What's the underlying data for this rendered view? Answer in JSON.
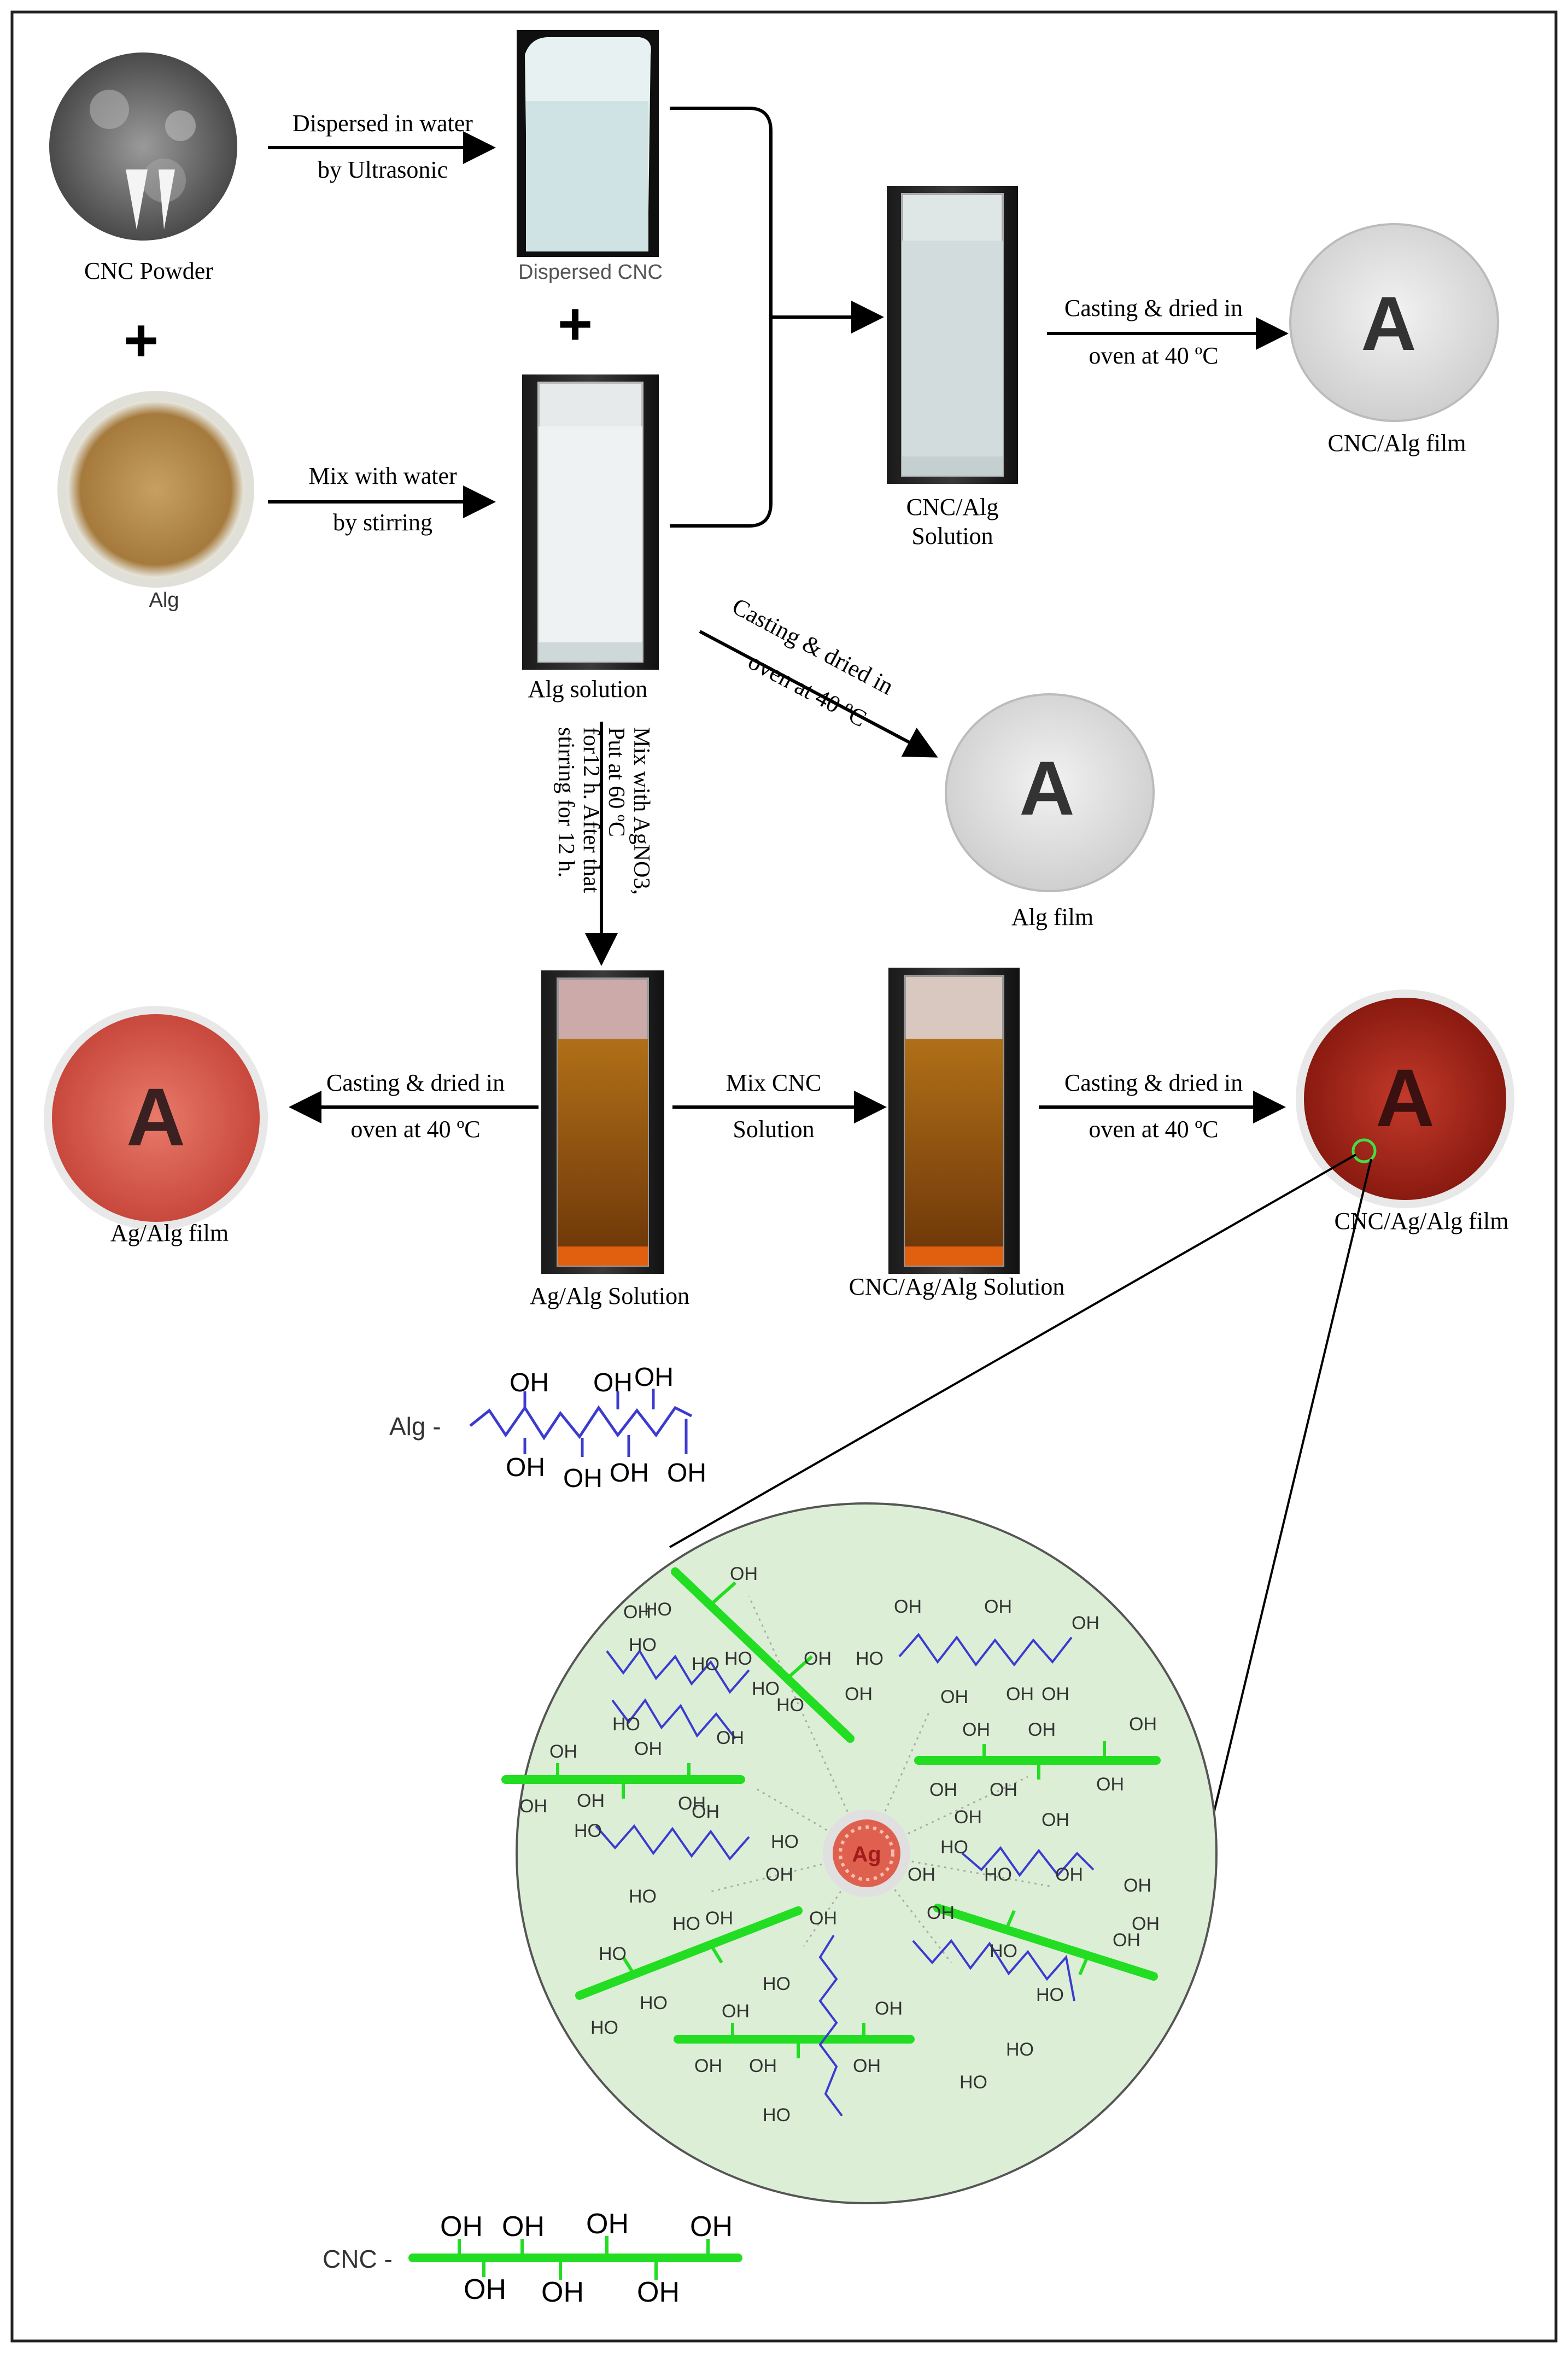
{
  "figure": {
    "labels": {
      "cnc_powder": "CNC Powder",
      "dispersed_cnc": "Dispersed CNC",
      "alg": "Alg",
      "alg_solution": "Alg solution",
      "cnc_alg_solution_1": "CNC/Alg",
      "cnc_alg_solution_2": "Solution",
      "cnc_alg_film": "CNC/Alg film",
      "alg_film": "Alg film",
      "ag_alg_film": "Ag/Alg film",
      "ag_alg_solution": "Ag/Alg Solution",
      "cnc_ag_alg_solution": "CNC/Ag/Alg Solution",
      "cnc_ag_alg_film": "CNC/Ag/Alg film",
      "plus": "+",
      "film_letter": "A"
    },
    "arrows": {
      "disperse_1": "Dispersed in water",
      "disperse_2": "by Ultrasonic",
      "mix_water_1": "Mix with water",
      "mix_water_2": "by stirring",
      "cast_1": "Casting & dried in",
      "cast_2": "oven at 40 ºC",
      "agno3_1": "Mix  with AgNO3,",
      "agno3_2": "Put at 60 ºC",
      "agno3_3": "for12 h. After that",
      "agno3_4": "stirring for 12 h.",
      "mix_cnc_1": "Mix CNC",
      "mix_cnc_2": "Solution"
    },
    "structure": {
      "alg_label": "Alg -",
      "cnc_label": "CNC -",
      "oh": "OH",
      "ho": "HO",
      "ag": "Ag"
    },
    "colors": {
      "alginate_chain": "#3b3bd0",
      "cnc_chain": "#22dd22",
      "circle_fill": "#dcefd6",
      "ag_center": "#e06050",
      "film_red": "#d8584c"
    }
  }
}
